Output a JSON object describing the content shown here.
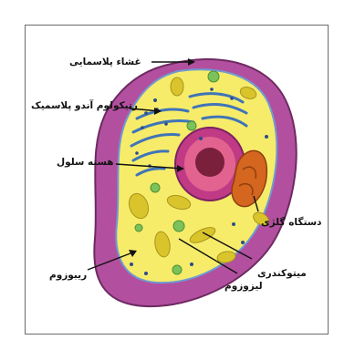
{
  "labels": {
    "plasma_membrane": "غشاء پلاسمایی",
    "endoplasmic_reticulum": "رتیکولوم آندو پلاسمیک",
    "nucleus": "هسته سلول",
    "golgi": "دستگاه گلژی",
    "mitochondria": "میتوکندری",
    "lysosome": "لیزوزوم",
    "ribosome": "ریبوزوم"
  },
  "colors": {
    "cell_wall_outer": "#7a2d6e",
    "cell_wall": "#b2509f",
    "cytoplasm": "#f6ec6a",
    "nucleus_ring": "#c03a86",
    "nucleus_core": "#7a1f3c",
    "golgi": "#d4661f",
    "er": "#3f74b8",
    "mitochondria": "#d9c52b",
    "lysosome": "#7bc25b",
    "ribosome": "#2b4c8a"
  }
}
